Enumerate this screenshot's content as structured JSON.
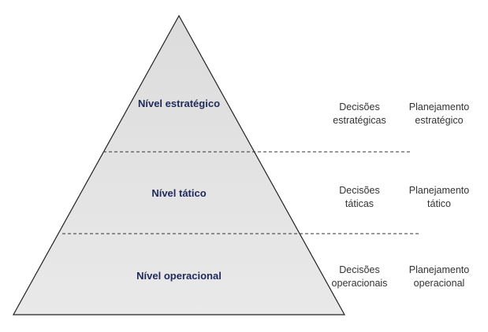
{
  "diagram": {
    "colors": {
      "pyramid_fill": "#e4e4e4",
      "pyramid_stroke": "#222222",
      "level_label": "#1f2a5a",
      "side_text": "#333333",
      "divider": "#333333"
    },
    "levels": [
      {
        "label": "Nível estratégico",
        "decision": [
          "Decisões",
          "estratégicas"
        ],
        "planning": [
          "Planejamento",
          "estratégico"
        ]
      },
      {
        "label": "Nível tático",
        "decision": [
          "Decisões",
          "táticas"
        ],
        "planning": [
          "Planejamento",
          "tático"
        ]
      },
      {
        "label": "Nível operacional",
        "decision": [
          "Decisões",
          "operacionais"
        ],
        "planning": [
          "Planejamento",
          "operacional"
        ]
      }
    ]
  }
}
